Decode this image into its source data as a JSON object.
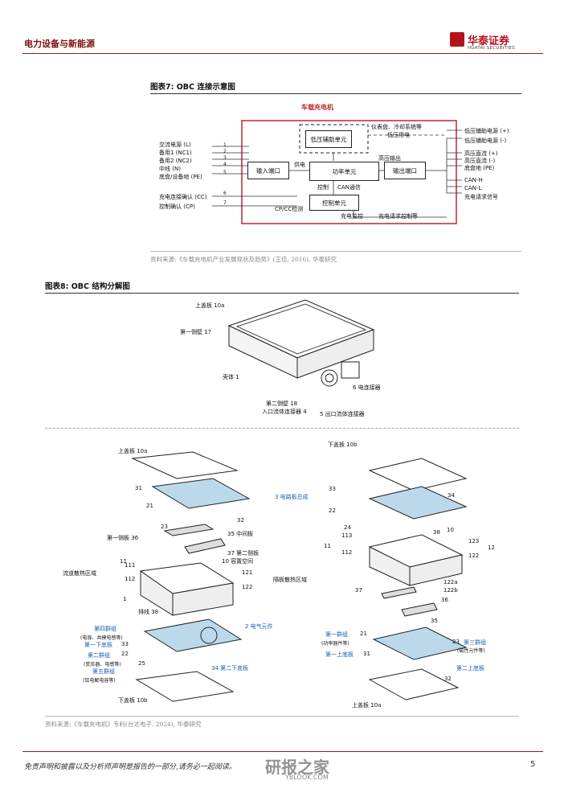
{
  "header": {
    "section": "电力设备与新能源",
    "brand_cn": "华泰证券",
    "brand_en": "HUATAI SECURITIES"
  },
  "figure7": {
    "title": "图表7:  OBC 连接示意图",
    "diagram_title": "车载充电机",
    "inputs": [
      "交流电源 (L)",
      "备用1 (NC1)",
      "备用2 (NC2)",
      "中线 (N)",
      "底盘/设备地 (PE)"
    ],
    "input_nums": [
      "1",
      "2",
      "3",
      "4",
      "5"
    ],
    "signals": [
      "充电连接确认 (CC)",
      "控制确认 (CP)"
    ],
    "signal_nums": [
      "6",
      "7"
    ],
    "boxes": {
      "input_port": "输入端口",
      "aux": "低压辅助单元",
      "power": "功率单元",
      "output_port": "输出端口",
      "control": "控制单元"
    },
    "inner_labels": {
      "power_supply": "供电",
      "hv_out": "高压输出",
      "control": "控制",
      "can": "CAN通信",
      "cpcc": "CP/CC检测",
      "charge_monitor": "充电监控",
      "charge_request": "充电请求控制等",
      "dashboard": "仪表盘、冷却系统等",
      "lv_use": "低压用电"
    },
    "outputs": [
      "低压辅助电源 (+)",
      "低压辅助电源 (-)",
      "高压直流 (+)",
      "高压直流 (-)",
      "底盘地 (PE)",
      "CAN-H",
      "CAN-L",
      "充电请求信号"
    ],
    "source": "资料来源:《车载充电机产业发展现状及趋势》(王佳, 2016), 华泰研究"
  },
  "figure8": {
    "title": "图表8:  OBC 结构分解图",
    "top_labels": {
      "top_cover": "上盖板  10a",
      "first_side": "第一侧壁  17",
      "shell": "壳体  1",
      "second_side": "第二侧壁  18",
      "inlet": "入口流体连接器  4",
      "connector": "6  电连接器",
      "outlet": "5  出口流体连接器"
    },
    "left_labels": {
      "top_cover": "上盖板  10a",
      "n31": "31",
      "n21": "21",
      "n32": "32",
      "pcb": "3  电路板总成",
      "n23": "23",
      "first_side": "第一侧板  36",
      "mid": "35  中间板",
      "second_side": "37  第二侧板",
      "cavity": "10  容置空间",
      "n11": "11",
      "n111": "111",
      "n112": "112",
      "channel": "流道散热区域",
      "n121": "121",
      "n122": "122",
      "iso": "隔板散热区域",
      "n1": "1",
      "wire": "排线  38",
      "g4": "第四群组",
      "g4_desc": "(电容、共模电感等)",
      "first_bottom": "第一下底板",
      "n33": "33",
      "n22": "22",
      "elec": "2  电气元件",
      "g2": "第二群组",
      "g2_desc": "(变压器、电感等)",
      "n25": "25",
      "g5": "第五群组",
      "g5_desc": "(铝电解电容等)",
      "second_bottom": "34  第二下底板",
      "bottom_cover": "下盖板  10b"
    },
    "right_labels": {
      "bottom_cover": "下盖板  10b",
      "n33": "33",
      "n34": "34",
      "n22": "22",
      "n24": "24",
      "n38": "38",
      "n10": "10",
      "n113": "113",
      "n11": "11",
      "n112": "112",
      "n123": "123",
      "n12": "12",
      "n122": "122",
      "n122a": "122a",
      "n122b": "122b",
      "n37": "37",
      "n36": "36",
      "n35": "35",
      "g1": "第一群组",
      "n21": "21",
      "g1_desc": "(功率器件等)",
      "first_top": "第一上底板",
      "n31": "31",
      "g3": "第三群组",
      "n23": "23",
      "g3_desc": "(磁性元件等)",
      "second_top": "第二上底板",
      "n32": "32",
      "top_cover": "上盖板  10a"
    },
    "source": "资料来源:《车载充电机》专利(台达电子, 2024), 华泰研究"
  },
  "footer": {
    "disclaimer": "免责声明和披露以及分析师声明是报告的一部分,请务必一起阅读。",
    "page": "5",
    "watermark": "研报之家",
    "watermark_url": "YBLOOK.COM"
  }
}
